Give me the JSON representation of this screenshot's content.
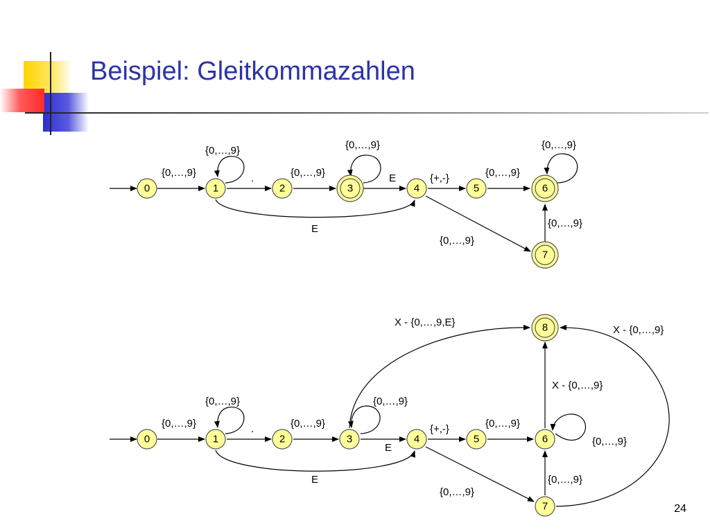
{
  "slide": {
    "title": "Beispiel: Gleitkommazahlen",
    "page_number": "24",
    "colors": {
      "title": "#2b34a8",
      "node_fill": "#ffff99",
      "accent_yellow": "#ffd700",
      "accent_blue": "#3333cc",
      "accent_red": "#ff3b3b"
    }
  },
  "diagram1": {
    "states": [
      {
        "id": "0",
        "accepting": false
      },
      {
        "id": "1",
        "accepting": false
      },
      {
        "id": "2",
        "accepting": false
      },
      {
        "id": "3",
        "accepting": true
      },
      {
        "id": "4",
        "accepting": false
      },
      {
        "id": "5",
        "accepting": false
      },
      {
        "id": "6",
        "accepting": true
      },
      {
        "id": "7",
        "accepting": true
      }
    ],
    "labels": {
      "d0_1": "{0,…,9}",
      "loop1": "{0,…,9}",
      "dot": ".",
      "d2_3": "{0,…,9}",
      "loop3": "{0,…,9}",
      "e3_4": "E",
      "sign": "{+,-}",
      "d5_6": "{0,…,9}",
      "loop6": "{0,…,9}",
      "d7_6": "{0,…,9}",
      "d4_7": "{0,…,9}",
      "e1_4": "E"
    }
  },
  "diagram2": {
    "states": [
      {
        "id": "0",
        "accepting": false
      },
      {
        "id": "1",
        "accepting": false
      },
      {
        "id": "2",
        "accepting": false
      },
      {
        "id": "3",
        "accepting": false
      },
      {
        "id": "4",
        "accepting": false
      },
      {
        "id": "5",
        "accepting": false
      },
      {
        "id": "6",
        "accepting": false
      },
      {
        "id": "7",
        "accepting": false
      },
      {
        "id": "8",
        "accepting": true
      }
    ],
    "labels": {
      "d0_1": "{0,…,9}",
      "loop1": "{0,…,9}",
      "dot": ".",
      "d2_3": "{0,…,9}",
      "loop3": "{0,…,9}",
      "e3_4": "E",
      "sign": "{+,-}",
      "d5_6": "{0,…,9}",
      "loop6": "{0,…,9}",
      "d7_6": "{0,…,9}",
      "d4_7": "{0,…,9}",
      "e1_4": "E",
      "x3_8": "X - {0,…,9,E}",
      "x6_8": "X - {0,…,9}",
      "x7_8": "X - {0,…,9}"
    }
  }
}
